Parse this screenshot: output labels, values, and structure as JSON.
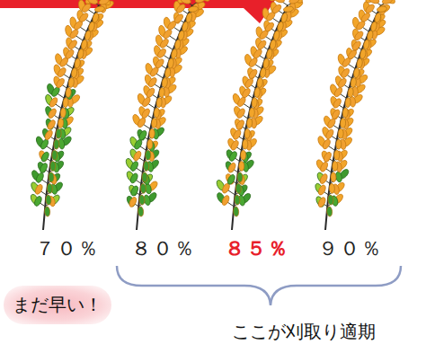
{
  "diagram": {
    "nodes": [
      {
        "text": [
          "まだ早い！"
        ]
      }
    ],
    "labels": [
      "７０％",
      "８０％",
      "８５％",
      "９０％",
      "ここが刈取り適期"
    ]
  }
}
